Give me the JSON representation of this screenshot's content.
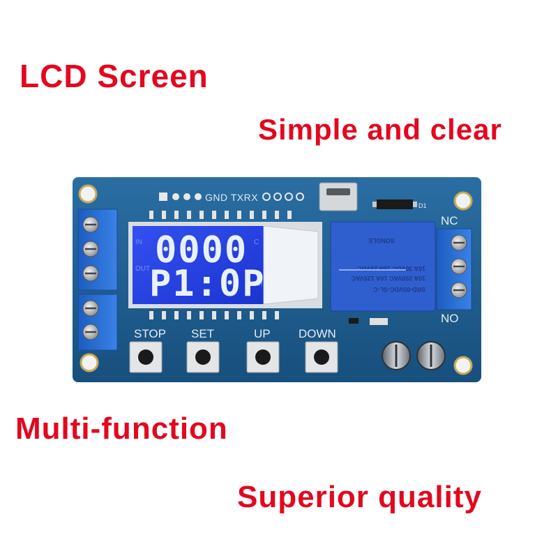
{
  "captions": {
    "lcd_screen": "LCD Screen",
    "simple_clear": "Simple and clear",
    "multi_function": "Multi-function",
    "superior_quality": "Superior quality"
  },
  "board": {
    "header_label": "GND TXRX",
    "diode_label": "D1",
    "relay_terminal_top": "NC",
    "relay_terminal_bottom": "NO",
    "lcd_line1": "0000",
    "lcd_line2": "P1:0P",
    "buttons": [
      "STOP",
      "SET",
      "UP",
      "DOWN"
    ],
    "relay_model": "SRD-05VDC-SL-C",
    "relay_rating_1": "10A 250VAC  10A 125VAC",
    "relay_rating_2": "10A 30VDC  10A 28VDC",
    "relay_brand": "SONGLE"
  },
  "colors": {
    "caption_red": "#e3081f",
    "pcb_blue": "#1f5f92",
    "lcd_blue": "#2040e0",
    "terminal_blue": "#2a6fd6",
    "relay_blue": "#2f5fcf"
  }
}
